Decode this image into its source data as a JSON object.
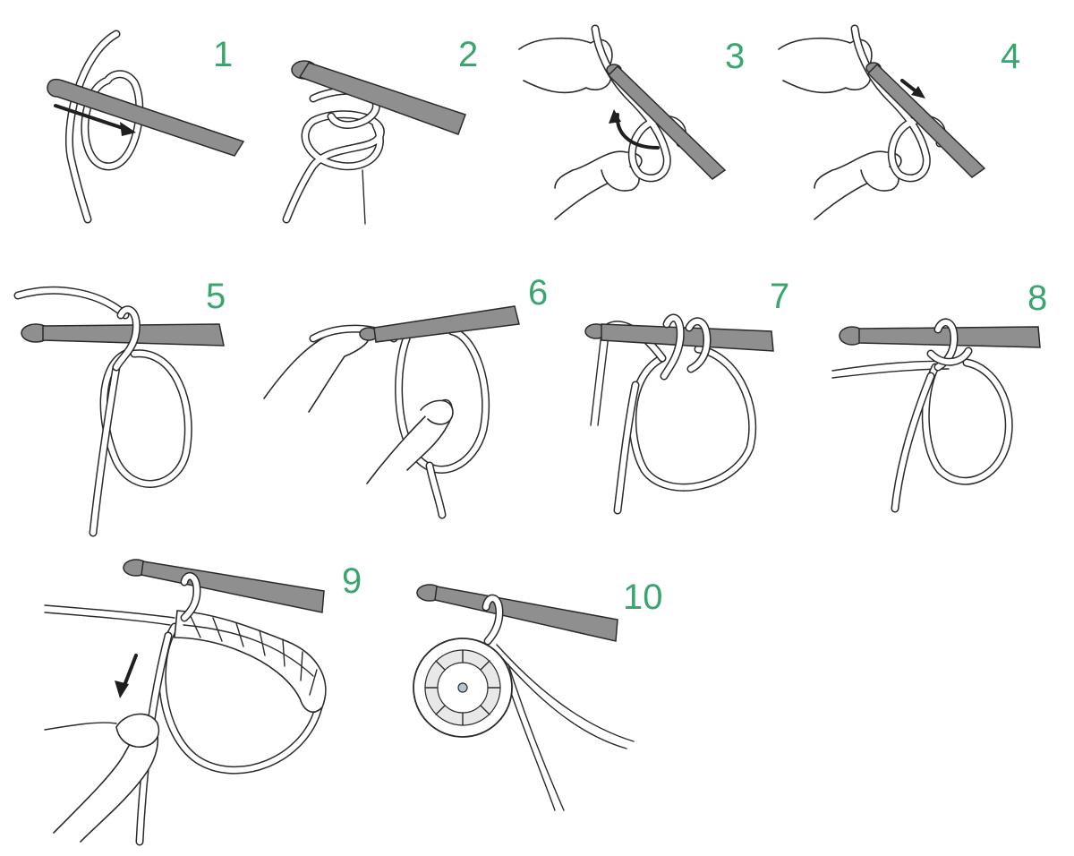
{
  "colors": {
    "step_number": "#3aa66f",
    "hook": "#8f8f8f",
    "outline": "#2a2a2a",
    "arrow": "#1f1f1f",
    "background": "#ffffff"
  },
  "steps": [
    {
      "label": "1"
    },
    {
      "label": "2"
    },
    {
      "label": "3"
    },
    {
      "label": "4"
    },
    {
      "label": "5"
    },
    {
      "label": "6"
    },
    {
      "label": "7"
    },
    {
      "label": "8"
    },
    {
      "label": "9"
    },
    {
      "label": "10"
    }
  ]
}
